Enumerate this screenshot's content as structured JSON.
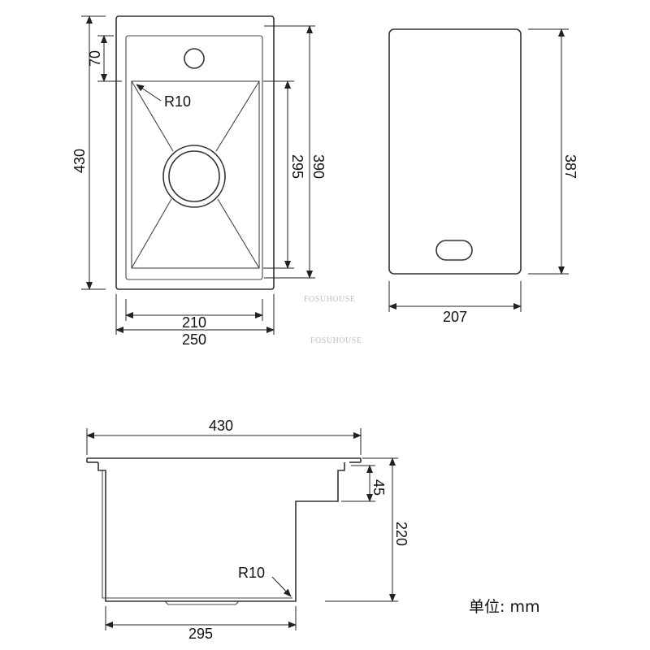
{
  "top_view": {
    "dims": {
      "overall_height": "430",
      "drain_offset": "70",
      "bowl_height": "390",
      "bowl_inner_height": "295",
      "inner_width": "210",
      "overall_width": "250",
      "corner_radius": "R10"
    }
  },
  "cover_view": {
    "dims": {
      "height": "387",
      "width": "207"
    }
  },
  "side_view": {
    "dims": {
      "overall_length": "430",
      "step_height": "45",
      "depth": "220",
      "bottom_length": "295",
      "corner_radius": "R10"
    }
  },
  "watermarks": [
    "FOSUHOUSE",
    "FOSUHOUSE"
  ],
  "unit_label": "单位: mm"
}
